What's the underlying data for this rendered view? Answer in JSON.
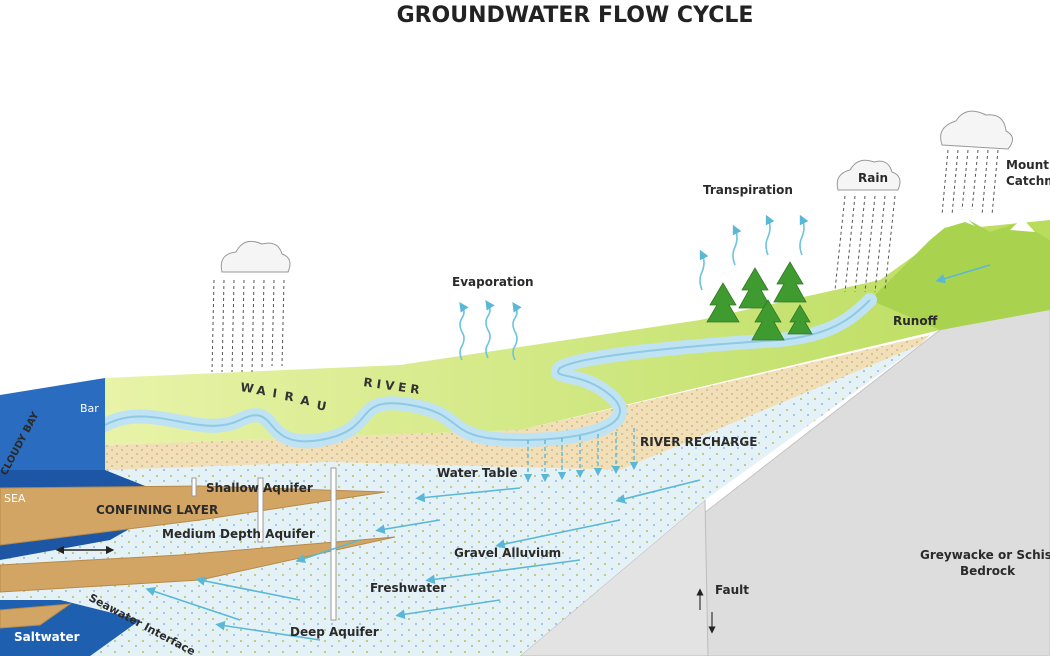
{
  "title": "GROUNDWATER FLOW CYCLE",
  "labels": {
    "mount": "Mount",
    "catchment": "Catchm",
    "rain": "Rain",
    "transpiration": "Transpiration",
    "evaporation": "Evaporation",
    "runoff": "Runoff",
    "river_w": "W",
    "river_a1": "A",
    "river_i": "I",
    "river_r1": "R",
    "river_a2": "A",
    "river_u": "U",
    "river_word": "RIVER",
    "cloudy_bay": "CLOUDY BAY",
    "bar": "Bar",
    "sea": "SEA",
    "river_recharge": "RIVER RECHARGE",
    "water_table": "Water Table",
    "shallow_aquifer": "Shallow Aquifer",
    "confining_layer": "CONFINING LAYER",
    "medium_depth_aquifer": "Medium Depth Aquifer",
    "gravel_alluvium": "Gravel Alluvium",
    "freshwater": "Freshwater",
    "deep_aquifer": "Deep Aquifer",
    "seawater_interface": "Seawater Interface",
    "saltwater": "Saltwater",
    "fault": "Fault",
    "greywacke": "Greywacke or Schist",
    "bedrock": "Bedrock"
  },
  "colors": {
    "land": "#dcec8c",
    "river": "#bfe3f2",
    "sand": "#f1dfb8",
    "gravel": "#e6f3f8",
    "clay": "#d3a564",
    "sea": "#1f5fb0",
    "bedrock": "#dcdcdc",
    "tree": "#3f9b2f",
    "arrow": "#5ab8d6"
  }
}
